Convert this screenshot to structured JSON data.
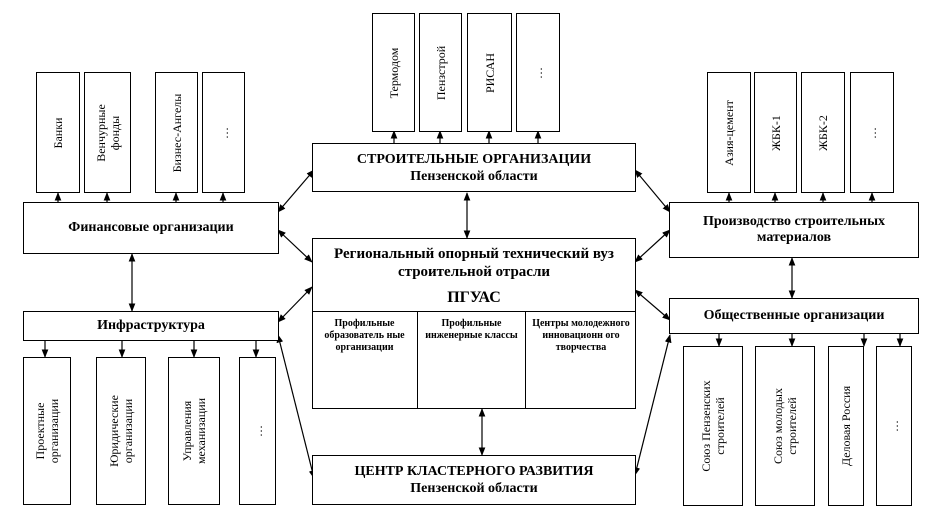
{
  "center": {
    "title": "Региональный опорный технический вуз строительной отрасли",
    "name": "ПГУАС",
    "cells": [
      "Профильные образователь ные организации",
      "Профильные инженерные классы",
      "Центры молодежного инновационн ого творчества"
    ]
  },
  "construction": {
    "title": "СТРОИТЕЛЬНЫЕ ОРГАНИЗАЦИИ",
    "sub": "Пензенской области"
  },
  "cluster": {
    "title": "ЦЕНТР КЛАСТЕРНОГО РАЗВИТИЯ",
    "sub": "Пензенской области"
  },
  "finance": {
    "title": "Финансовые организации"
  },
  "infrastructure": {
    "title": "Инфраструктура"
  },
  "materials": {
    "title": "Производство строительных материалов"
  },
  "public": {
    "title": "Общественные организации"
  },
  "top_items": [
    "Термодом",
    "Пензстрой",
    "РИСАН",
    "…"
  ],
  "finance_items": [
    "Банки",
    "Венчурные\nфонды",
    "Бизнес-Ангелы",
    "…"
  ],
  "materials_items": [
    "Азия-цемент",
    "ЖБК-1",
    "ЖБК-2",
    "…"
  ],
  "infra_items": [
    "Проектные\nорганизации",
    "Юридические\nорганизации",
    "Управления\nмеханизации",
    "…"
  ],
  "public_items": [
    "Союз Пензенских\nстроителей",
    "Союз молодых\nстроителей",
    "Деловая Россия",
    "…"
  ]
}
